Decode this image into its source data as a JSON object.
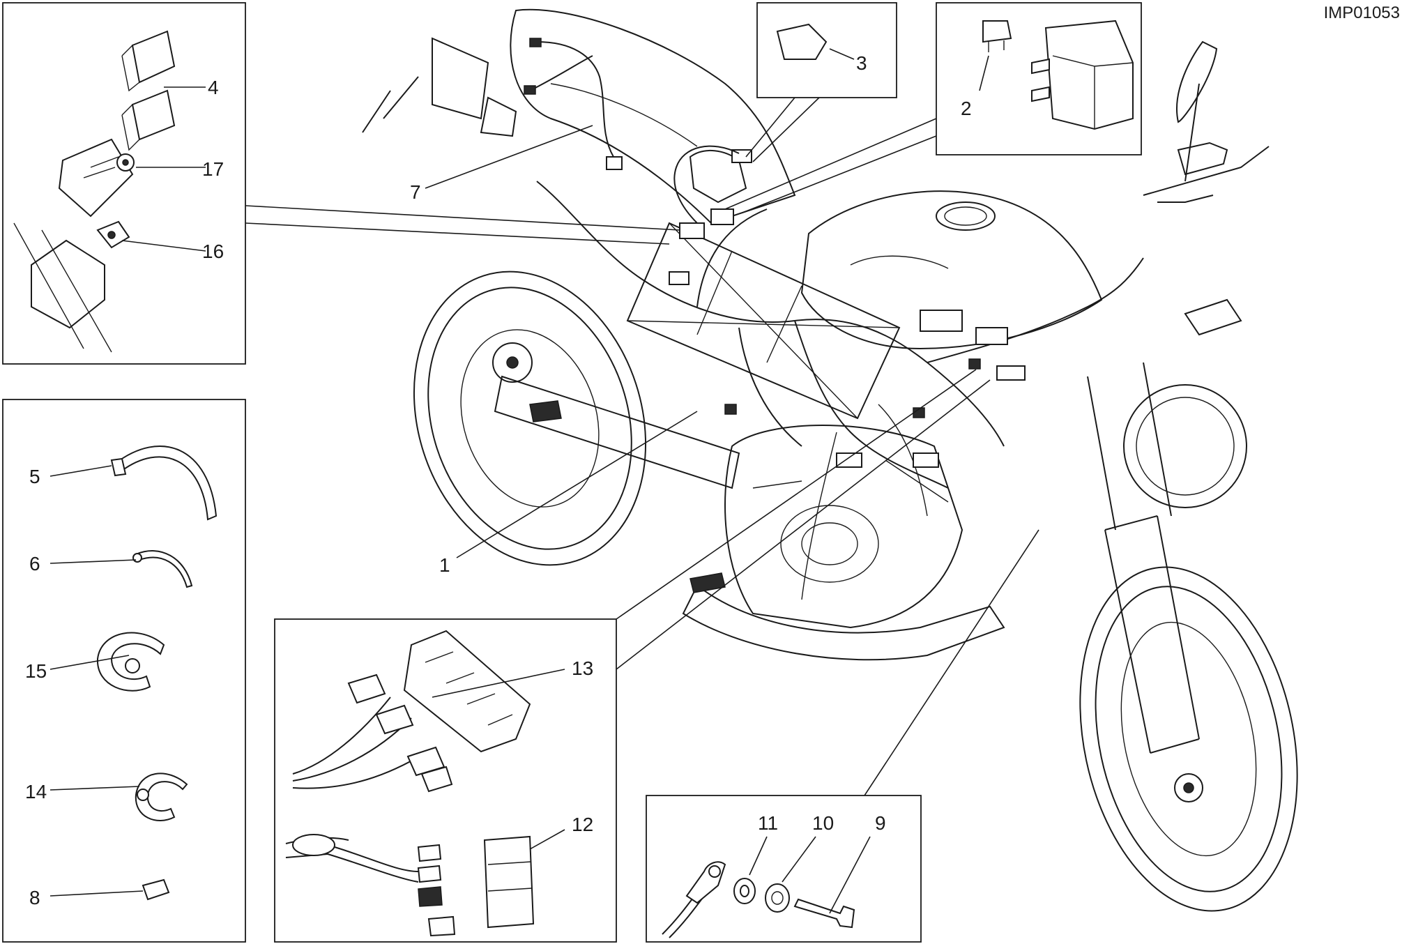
{
  "drawing_code": "IMP01053",
  "callouts": {
    "c1": "1",
    "c2": "2",
    "c3": "3",
    "c4": "4",
    "c5": "5",
    "c6": "6",
    "c7": "7",
    "c8": "8",
    "c9": "9",
    "c10": "10",
    "c11": "11",
    "c12": "12",
    "c13": "13",
    "c14": "14",
    "c15": "15",
    "c16": "16",
    "c17": "17"
  },
  "colors": {
    "line": "#1a1a1a",
    "background": "#ffffff"
  }
}
